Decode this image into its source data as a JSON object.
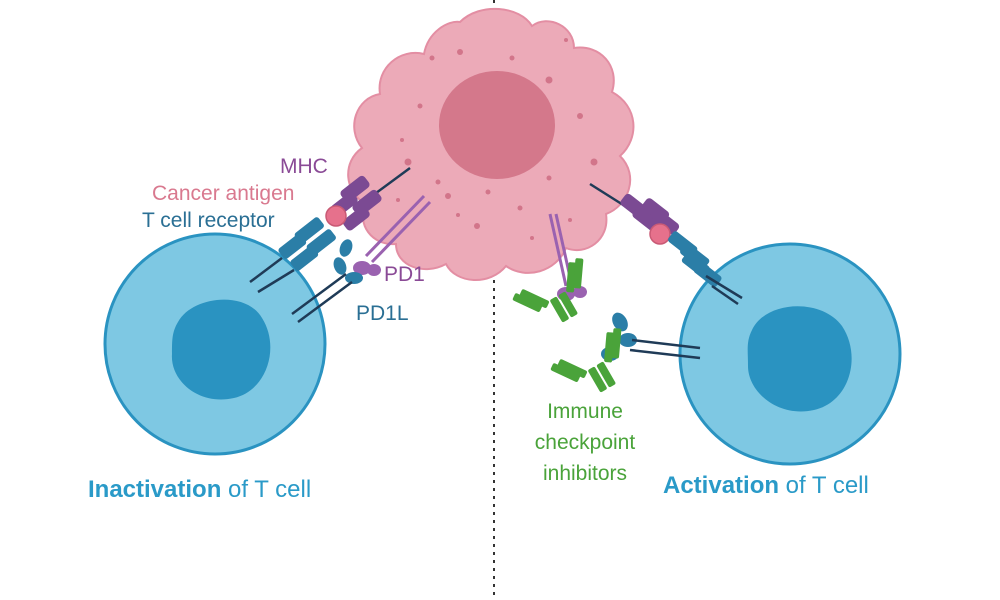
{
  "labels": {
    "mhc": "MHC",
    "cancer_antigen": "Cancer antigen",
    "t_cell_receptor": "T cell receptor",
    "pd1": "PD1",
    "pd1l": "PD1L",
    "ici_line1": "Immune",
    "ici_line2": "checkpoint",
    "ici_line3": "inhibitors"
  },
  "captions": {
    "left_bold": "Inactivation",
    "left_rest": " of T cell",
    "right_bold": "Activation",
    "right_rest": " of T cell"
  },
  "colors": {
    "tumor_body": "#ecaab8",
    "tumor_nucleus": "#d4788b",
    "t_cell": "#7ec8e3",
    "t_cell_nucleus": "#2a93c1",
    "mhc": "#7b4a93",
    "antigen": "#e6718c",
    "receptor": "#2b7ea7",
    "pd1": "#9a62b0",
    "inhibitor": "#4aa33a"
  }
}
